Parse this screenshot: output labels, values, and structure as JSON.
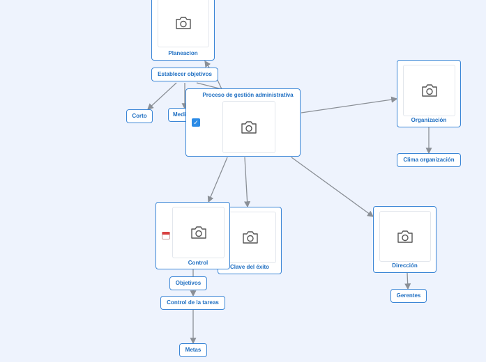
{
  "nodes": {
    "planeacion": "Planeacion",
    "organizacion": "Organización",
    "proceso": "Proceso de gestión administrativa",
    "control": "Control",
    "clave": "Clave del éxito",
    "direccion": "Dirección"
  },
  "pills": {
    "establecer": "Establecer objetivos",
    "corto": "Corto",
    "medi": "Medi",
    "clima": "Clima organización",
    "objetivos": "Objetivos",
    "control_tareas": "Control de la tareas",
    "metas": "Metas",
    "gerentes": "Gerentes"
  },
  "icons": {
    "image_placeholder": "camera-icon",
    "task": "checkbox-checked-icon",
    "date": "calendar-icon"
  },
  "colors": {
    "background": "#eef3fd",
    "border": "#3b86d6",
    "text": "#1f6fc2",
    "connector": "#8a8f96"
  }
}
